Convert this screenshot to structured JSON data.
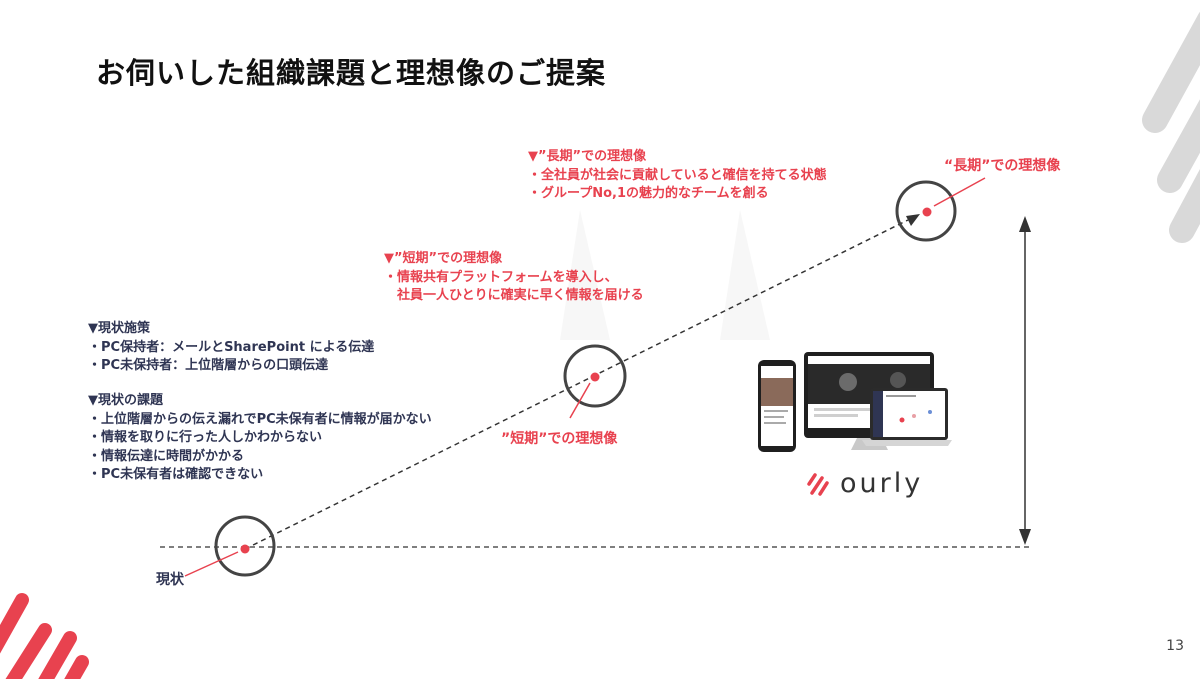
{
  "title": "お伺いした組織課題と理想像のご提案",
  "page_number": "13",
  "current_state": {
    "measures_heading": "▼現状施策",
    "measures": [
      "・PC保持者：メールとSharePoint による伝達",
      "・PC未保持者：上位階層からの口頭伝達"
    ],
    "issues_heading": "▼現状の課題",
    "issues": [
      "・上位階層からの伝え漏れでPC未保有者に情報が届かない",
      "・情報を取りに行った人しかわからない",
      "・情報伝達に時間がかかる",
      "・PC未保有者は確認できない"
    ],
    "label": "現状"
  },
  "short_term": {
    "heading": "▼”短期”での理想像",
    "lines": [
      "・情報共有プラットフォームを導入し、",
      "　社員一人ひとりに確実に早く情報を届ける"
    ],
    "label": "”短期”での理想像"
  },
  "long_term": {
    "heading": "▼”長期”での理想像",
    "lines": [
      "・全社員が社会に貢献していると確信を持てる状態",
      "・グループNo,1の魅力的なチームを創る"
    ],
    "label": "“長期”での理想像"
  },
  "product": {
    "logo_text": "ourly"
  },
  "colors": {
    "accent": "#e8424f",
    "navy": "#2f3553",
    "gray_deco": "#d9d9d9"
  }
}
